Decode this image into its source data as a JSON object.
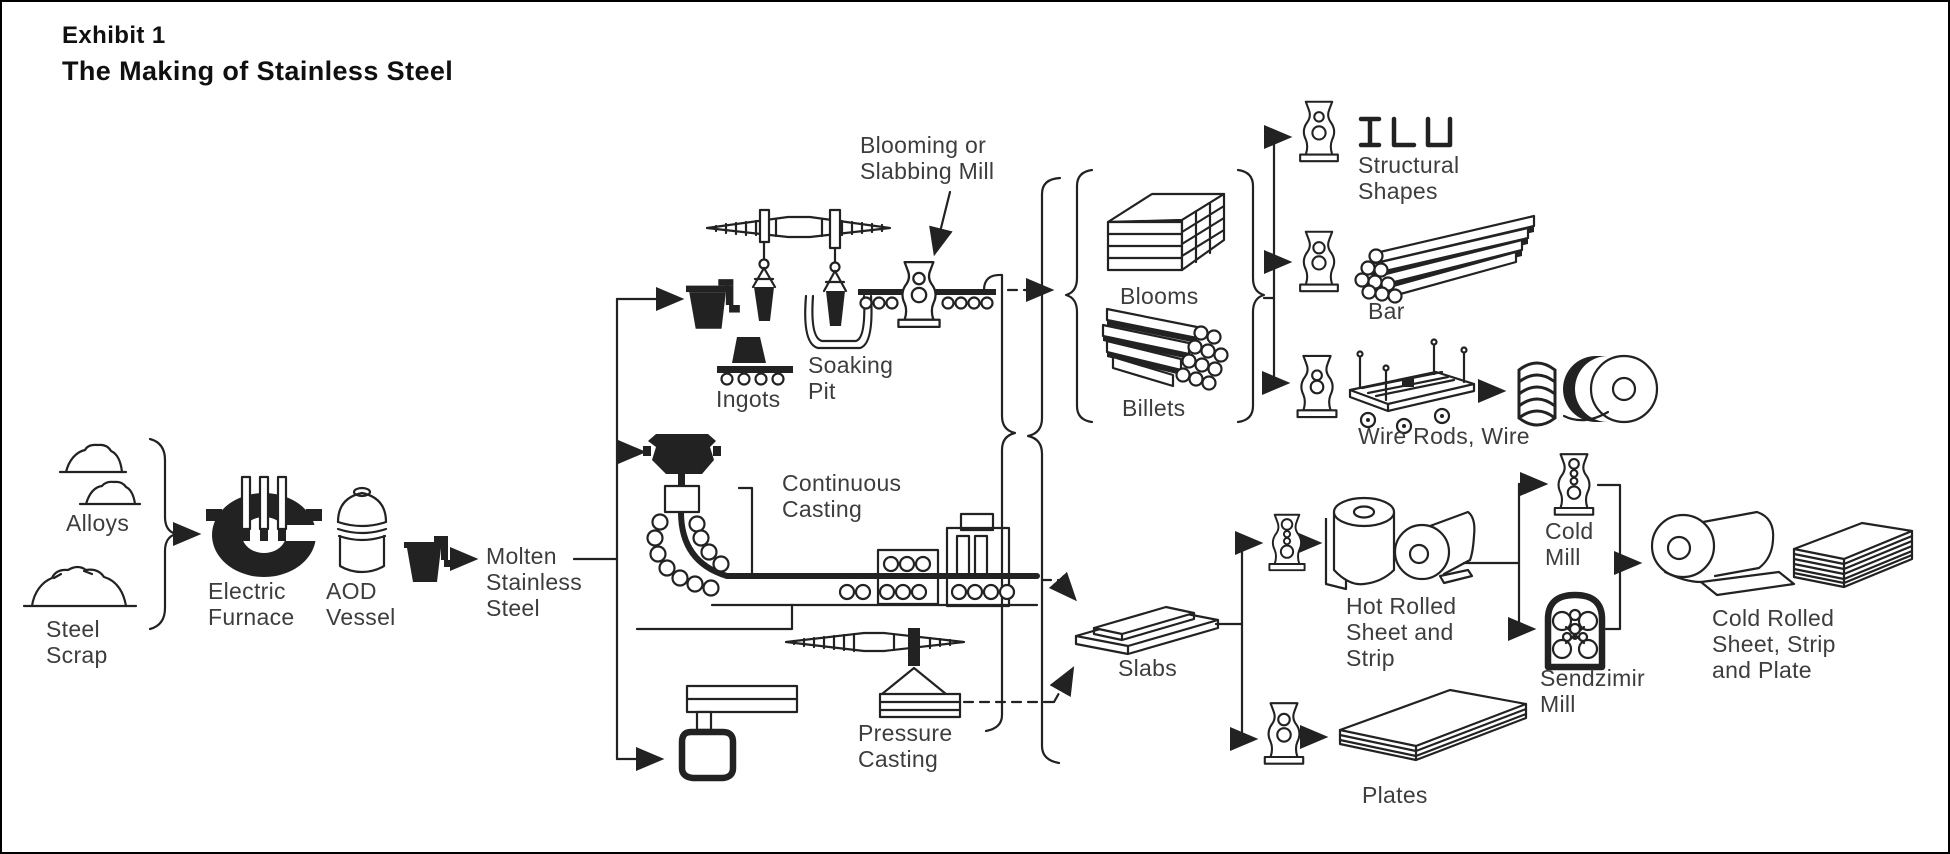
{
  "title": {
    "line1": "Exhibit 1",
    "line2": "The Making of Stainless Steel"
  },
  "labels": {
    "alloys": "Alloys",
    "steel_scrap": "Steel\nScrap",
    "electric_furnace": "Electric\nFurnace",
    "aod_vessel": "AOD\nVessel",
    "molten": "Molten\nStainless\nSteel",
    "ingots": "Ingots",
    "soaking_pit": "Soaking\nPit",
    "blooming_mill": "Blooming or\nSlabbing Mill",
    "continuous_casting": "Continuous\nCasting",
    "pressure_casting": "Pressure\nCasting",
    "blooms": "Blooms",
    "billets": "Billets",
    "structural_shapes": "Structural\nShapes",
    "bar": "Bar",
    "wire_rods": "Wire Rods, Wire",
    "slabs": "Slabs",
    "hot_rolled": "Hot Rolled\nSheet and\nStrip",
    "plates": "Plates",
    "cold_mill": "Cold\nMill",
    "sendzimir_mill": "Sendzimir\nMill",
    "cold_rolled": "Cold Rolled\nSheet, Strip\nand Plate"
  },
  "colors": {
    "ink": "#222222",
    "label": "#3d3d3d",
    "background": "#ffffff",
    "border": "#000000"
  },
  "icon_names": [
    "alloy-pile-icon",
    "scrap-pile-icon",
    "electric-furnace-icon",
    "aod-vessel-icon",
    "ladle-icon",
    "overhead-crane-icon",
    "ingot-car-icon",
    "soaking-pit-icon",
    "rolling-mill-stand-icon",
    "roller-table-icon",
    "continuous-caster-icon",
    "pressure-casting-crane-icon",
    "pressure-casting-vessel-icon",
    "blooms-stack-icon",
    "billets-stack-icon",
    "structural-profiles-icon",
    "bar-bundle-icon",
    "rod-cart-icon",
    "wire-coil-icon",
    "wire-spool-icon",
    "slab-icon",
    "hot-coil-icon",
    "plates-stack-icon",
    "sendzimir-mill-icon",
    "cold-coil-icon",
    "sheet-stack-icon"
  ]
}
